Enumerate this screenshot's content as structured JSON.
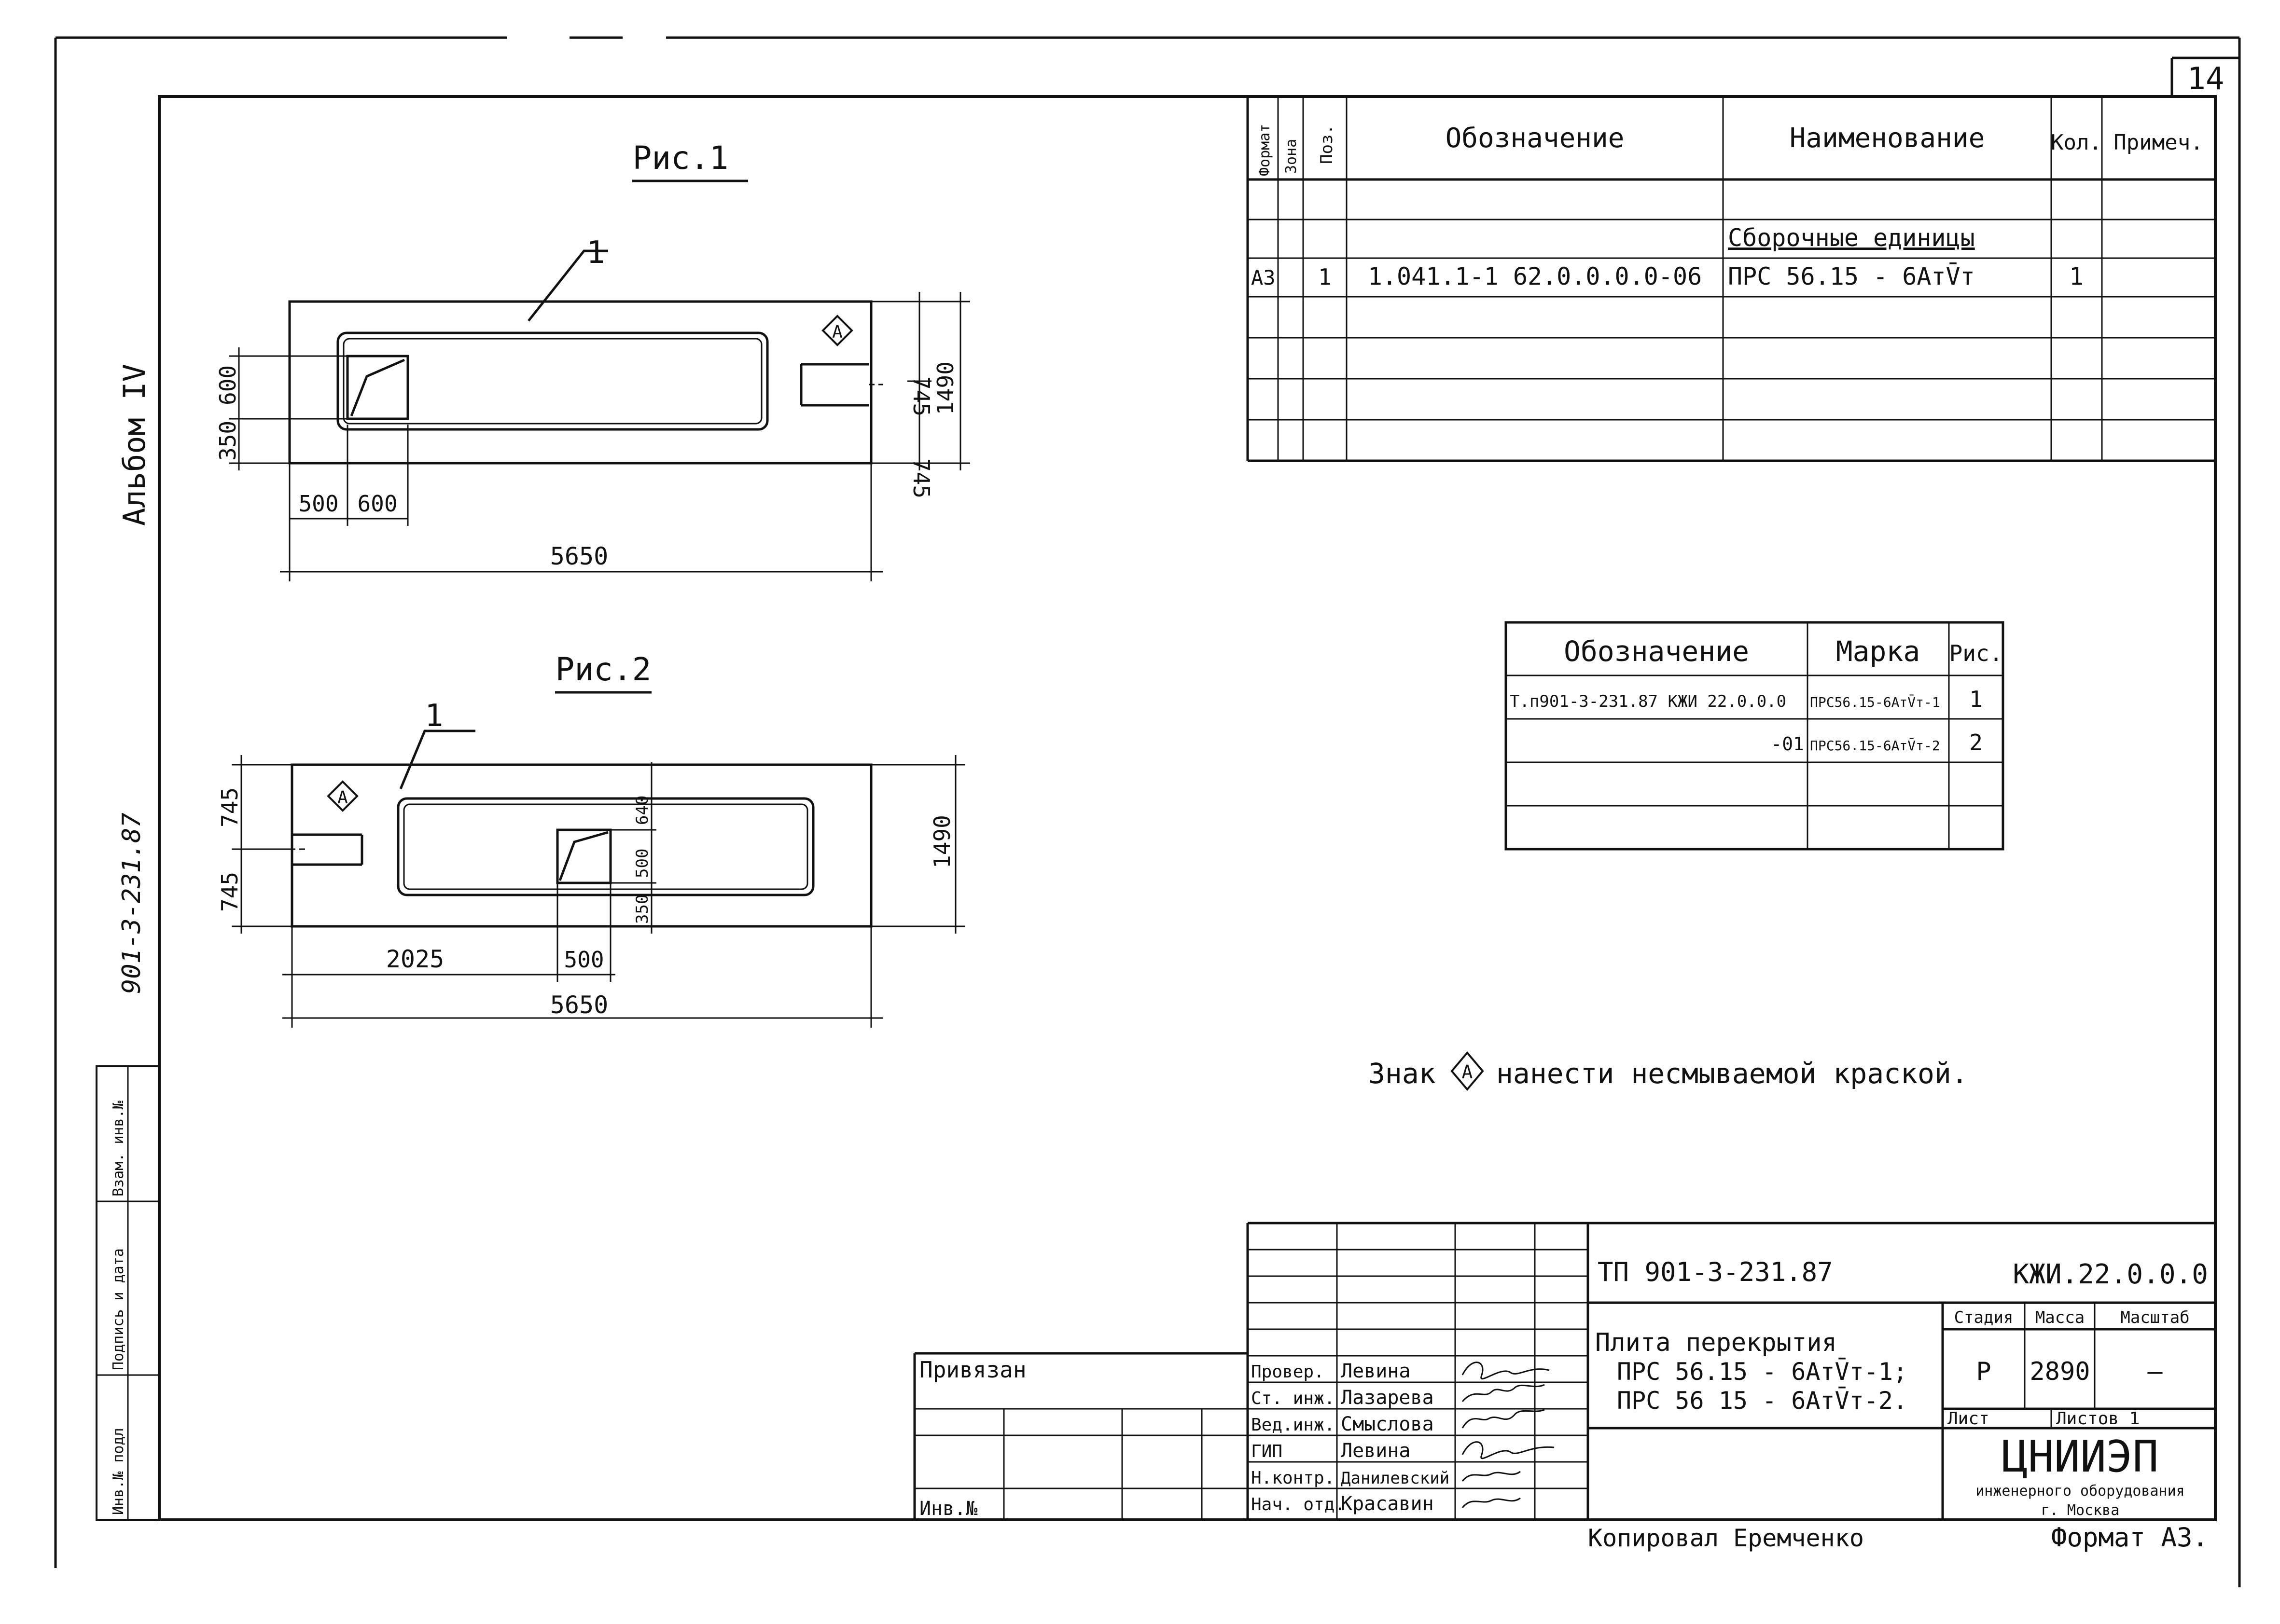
{
  "sheet": {
    "number": "14",
    "album": "Альбом IV",
    "doc_code_vertical": "901-3-231.87"
  },
  "side_stamp": [
    "Инв.№ подл",
    "Подпись и дата",
    "Взам. инв.№"
  ],
  "fig1": {
    "title": "Рис.1",
    "pos": "1",
    "dims": {
      "length": "5650",
      "a": "500",
      "b": "600",
      "h_top": "745",
      "h_bot": "745",
      "h_total": "1490",
      "v_600": "600",
      "v_350": "350"
    }
  },
  "fig2": {
    "title": "Рис.2",
    "pos": "1",
    "dims": {
      "length": "5650",
      "a": "2025",
      "b": "500",
      "h_top": "745",
      "h_bot": "745",
      "h_total": "1490",
      "v_640": "640",
      "v_500": "500",
      "v_350": "350"
    }
  },
  "mark_symbol": "А",
  "spec": {
    "headers": {
      "format": "Формат",
      "zone": "Зона",
      "pos": "Поз.",
      "designation": "Обозначение",
      "name": "Наименование",
      "qty": "Кол.",
      "note": "Примеч."
    },
    "section": "Сборочные единицы",
    "row": {
      "format": "А3",
      "pos": "1",
      "designation": "1.041.1-1  62.0.0.0.0-06",
      "name": "ПРС 56.15 - 6АтV̄т",
      "qty": "1"
    }
  },
  "marks_table": {
    "headers": {
      "designation": "Обозначение",
      "mark": "Марка",
      "fig": "Рис."
    },
    "rows": [
      {
        "designation": "Т.п901-3-231.87  КЖИ 22.0.0.0",
        "mark": "ПРС56.15-6АтV̄т-1",
        "fig": "1"
      },
      {
        "designation": "-01",
        "mark": "ПРС56.15-6АтV̄т-2",
        "fig": "2"
      }
    ]
  },
  "note": {
    "before": "Знак",
    "after": "нанести несмываемой краской."
  },
  "title_block": {
    "project": "ТП 901-3-231.87",
    "code": "КЖИ.22.0.0.0",
    "title_lines": [
      "Плита перекрытия",
      "ПРС 56.15 - 6АтV̄т-1;",
      "ПРС 56 15 - 6АтV̄т-2."
    ],
    "stage_h": "Стадия",
    "mass_h": "Масса",
    "scale_h": "Масштаб",
    "stage": "Р",
    "mass": "2890",
    "scale": "—",
    "sheet_h": "Лист",
    "sheets_h": "Листов 1",
    "org": "ЦНИИЭП",
    "org_sub": "инженерного оборудования",
    "city": "г. Москва",
    "tied": "Привязан",
    "inv": "Инв.№",
    "roles": [
      {
        "role": "Провер.",
        "name": "Левина"
      },
      {
        "role": "Ст. инж.",
        "name": "Лазарева"
      },
      {
        "role": "Вед.инж.",
        "name": "Смыслова"
      },
      {
        "role": "ГИП",
        "name": "Левина"
      },
      {
        "role": "Н.контр.",
        "name": "Данилевский"
      },
      {
        "role": "Нач. отд.",
        "name": "Красавин"
      }
    ]
  },
  "copied": "Копировал Еремченко",
  "format": "Формат А3."
}
